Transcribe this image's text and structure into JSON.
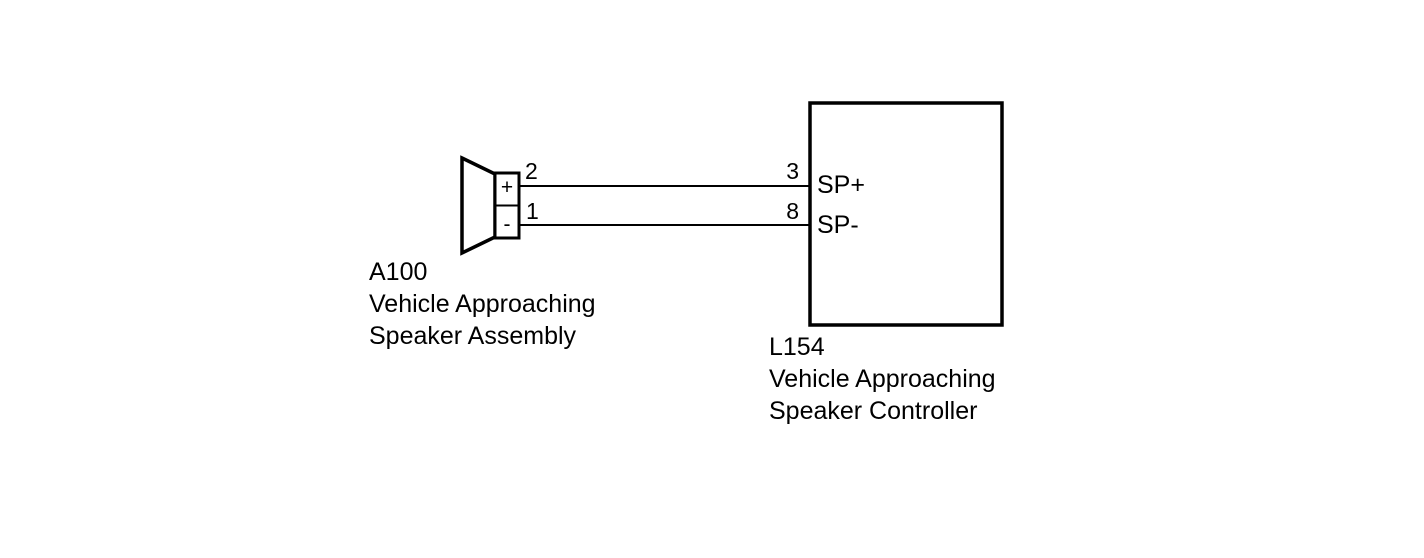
{
  "speaker": {
    "code": "A100",
    "name_line1": "Vehicle Approaching",
    "name_line2": "Speaker Assembly",
    "terminal_plus": "+",
    "terminal_minus": "-",
    "pin_plus": "2",
    "pin_minus": "1"
  },
  "controller": {
    "code": "L154",
    "name_line1": "Vehicle Approaching",
    "name_line2": "Speaker Controller",
    "pin_sp_plus": "3",
    "pin_sp_minus": "8",
    "label_sp_plus": "SP+",
    "label_sp_minus": "SP-"
  },
  "wires": [
    {
      "from": "A100-2",
      "to": "L154-3"
    },
    {
      "from": "A100-1",
      "to": "L154-8"
    }
  ]
}
